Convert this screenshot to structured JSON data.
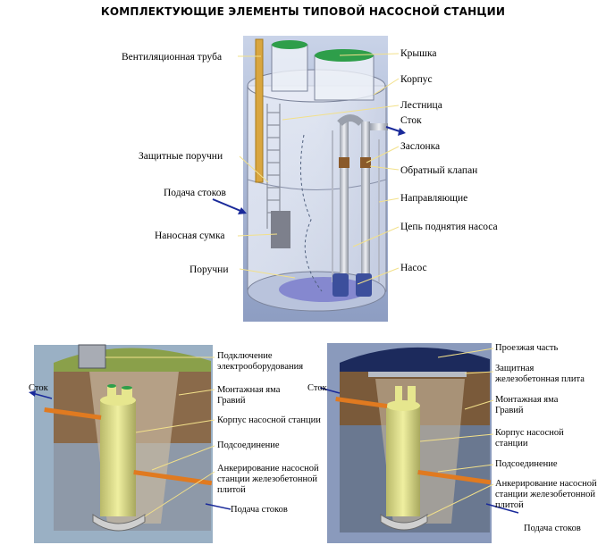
{
  "title": "КОМПЛЕКТУЮЩИЕ ЭЛЕМЕНТЫ ТИПОВОЙ НАСОСНОЙ СТАНЦИИ",
  "top_diagram": {
    "left_labels": [
      "Вентиляционная труба",
      "Защитные поручни",
      "Подача стоков",
      "Наносная сумка",
      "Поручни"
    ],
    "right_labels": [
      "Крышка",
      "Корпус",
      "Лестница",
      "Сток",
      "Заслонка",
      "Обратный клапан",
      "Направляющие",
      "Цепь поднятия насоса",
      "Насос"
    ]
  },
  "bottom_left": {
    "outflow": "Сток",
    "inflow": "Подача стоков",
    "labels": [
      "Подключение",
      "электрооборудования",
      "Монтажная яма",
      "Гравий",
      "Корпус насосной станции",
      "Подсоединение",
      "Анкерирование насосной",
      "станции железобетонной",
      "плитой"
    ]
  },
  "bottom_right": {
    "outflow": "Сток",
    "inflow": "Подача стоков",
    "labels": [
      "Проезжая часть",
      "Защитная",
      "железобетонная плита",
      "Монтажная яма",
      "Гравий",
      "Корпус насосной",
      "станции",
      "Подсоединение",
      "Анкерирование насосной",
      "станции железобетонной",
      "плитой"
    ]
  },
  "colors": {
    "line": "#f2e08a",
    "arrow": "#1a2a9a",
    "outflow_pipe": "#e07a20",
    "lid": "#2e9e4a",
    "tank": "#e6e68e"
  }
}
